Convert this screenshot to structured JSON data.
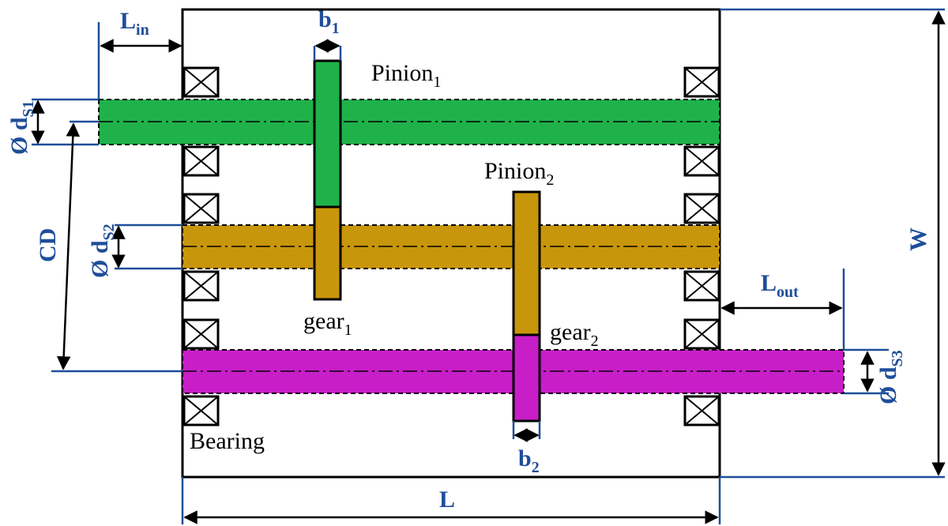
{
  "colors": {
    "shaft1": "#1fb24a",
    "shaft2": "#c8960a",
    "shaft3": "#c81ec8",
    "dimension": "#1f4e99",
    "outline": "#000000"
  },
  "labels": {
    "L_in": {
      "main": "L",
      "sub": "in"
    },
    "b1": {
      "main": "b",
      "sub": "1"
    },
    "b2": {
      "main": "b",
      "sub": "2"
    },
    "pinion1": {
      "main": "Pinion",
      "sub": "1"
    },
    "pinion2": {
      "main": "Pinion",
      "sub": "2"
    },
    "gear1": {
      "main": "gear",
      "sub": "1"
    },
    "gear2": {
      "main": "gear",
      "sub": "2"
    },
    "ds1": {
      "main": "Ø d",
      "sub": "S1"
    },
    "ds2": {
      "main": "Ø d",
      "sub": "S2"
    },
    "ds3": {
      "main": "Ø d",
      "sub": "S3"
    },
    "CD": "CD",
    "W": "W",
    "L": "L",
    "L_out": {
      "main": "L",
      "sub": "out"
    },
    "bearing": "Bearing"
  }
}
